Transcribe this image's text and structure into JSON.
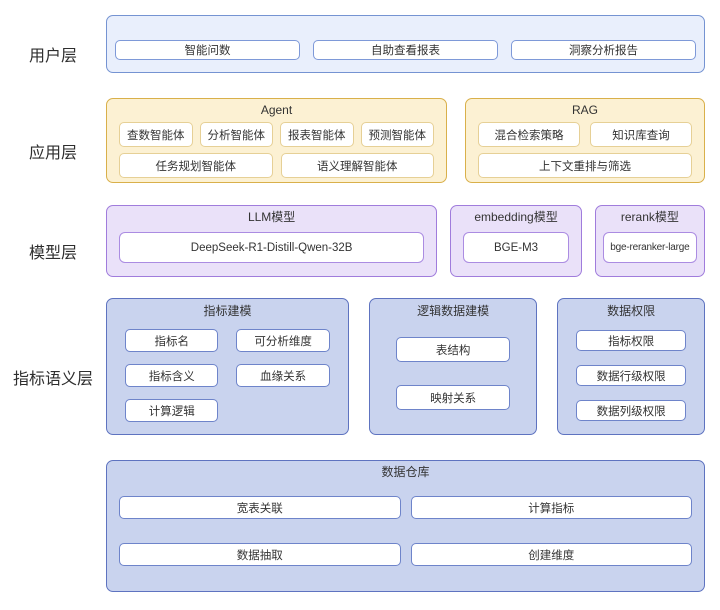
{
  "colors": {
    "user_fill": "#e9effc",
    "user_border": "#7593d2",
    "user_box_border": "#7e99d8",
    "app_fill": "#fcf1d3",
    "app_border": "#d9b04a",
    "app_box_border": "#e6d096",
    "model_fill": "#eae1f9",
    "model_border": "#a07cdc",
    "model_box_border": "#ab8ce2",
    "semantic_fill": "#c9d3ee",
    "semantic_border": "#5e73c0",
    "semantic_box_border": "#6e84ca",
    "text": "#333333"
  },
  "layers": {
    "user": {
      "label": "用户层",
      "items": [
        "智能问数",
        "自助查看报表",
        "洞察分析报告"
      ]
    },
    "application": {
      "label": "应用层",
      "agent": {
        "title": "Agent",
        "row1": [
          "查数智能体",
          "分析智能体",
          "报表智能体",
          "预测智能体"
        ],
        "row2": [
          "任务规划智能体",
          "语义理解智能体"
        ]
      },
      "rag": {
        "title": "RAG",
        "row1": [
          "混合检索策略",
          "知识库查询"
        ],
        "row2": [
          "上下文重排与筛选"
        ]
      }
    },
    "model": {
      "label": "模型层",
      "llm": {
        "title": "LLM模型",
        "item": "DeepSeek-R1-Distill-Qwen-32B"
      },
      "embedding": {
        "title": "embedding模型",
        "item": "BGE-M3"
      },
      "rerank": {
        "title": "rerank模型",
        "item": "bge-reranker-large"
      }
    },
    "semantic": {
      "label": "指标语义层",
      "metric_modeling": {
        "title": "指标建模",
        "items": [
          "指标名",
          "可分析维度",
          "指标含义",
          "血缘关系",
          "计算逻辑"
        ]
      },
      "logical_modeling": {
        "title": "逻辑数据建模",
        "items": [
          "表结构",
          "映射关系"
        ]
      },
      "data_permission": {
        "title": "数据权限",
        "items": [
          "指标权限",
          "数据行级权限",
          "数据列级权限"
        ]
      }
    },
    "warehouse": {
      "title": "数据仓库",
      "row1": [
        "宽表关联",
        "计算指标"
      ],
      "row2": [
        "数据抽取",
        "创建维度"
      ]
    }
  }
}
